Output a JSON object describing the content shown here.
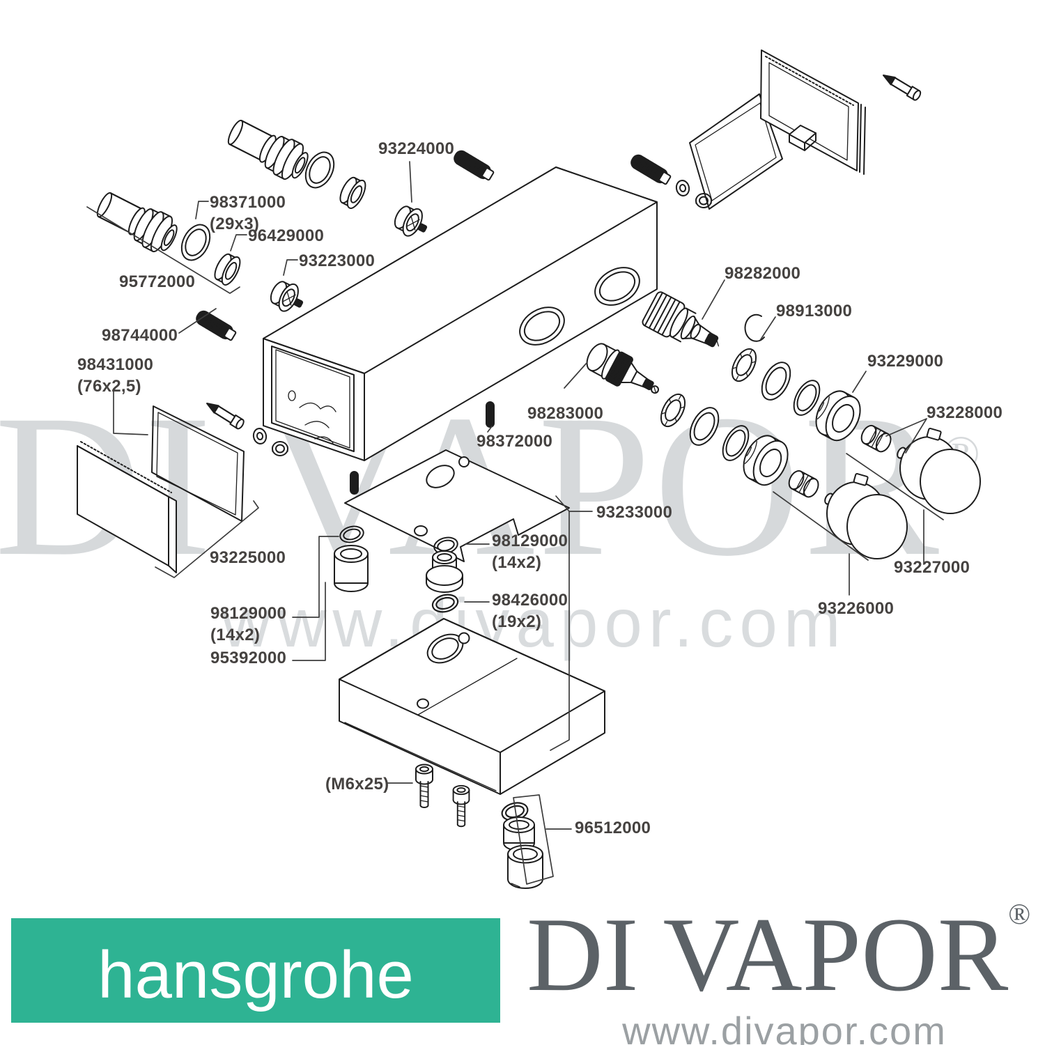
{
  "branding": {
    "hansgrohe_logo_text": "hansgrohe",
    "hansgrohe_green": "#2eb393",
    "divapor_logo_text": "DI VAPOR",
    "divapor_registered_mark": "®",
    "divapor_url": "www.divapor.com",
    "divapor_gray": "#5c6267",
    "url_gray": "#9ba0a3"
  },
  "watermark": {
    "title": "DI VAPOR",
    "registered": "®",
    "url": "www.divapor.com",
    "color": "#d6d9db"
  },
  "diagram": {
    "line_color": "#1d1d1d",
    "label_color": "#454240",
    "labels": {
      "p93224000": "93224000",
      "p98371000": "98371000",
      "p98371000_size": "(29x3)",
      "p96429000": "96429000",
      "p93223000": "93223000",
      "p95772000": "95772000",
      "p98744000": "98744000",
      "p98431000": "98431000",
      "p98431000_size": "(76x2,5)",
      "p93225000": "93225000",
      "p98372000": "98372000",
      "p93233000": "93233000",
      "p98282000": "98282000",
      "p98913000": "98913000",
      "p93229000": "93229000",
      "p93228000": "93228000",
      "p98283000": "98283000",
      "p93227000": "93227000",
      "p93226000": "93226000",
      "p98129000_right": "98129000",
      "p98129000_right_size": "(14x2)",
      "p98426000": "98426000",
      "p98426000_size": "(19x2)",
      "p98129000_left": "98129000",
      "p98129000_left_size": "(14x2)",
      "p95392000": "95392000",
      "pM6x25": "(M6x25)",
      "p96512000": "96512000"
    }
  }
}
